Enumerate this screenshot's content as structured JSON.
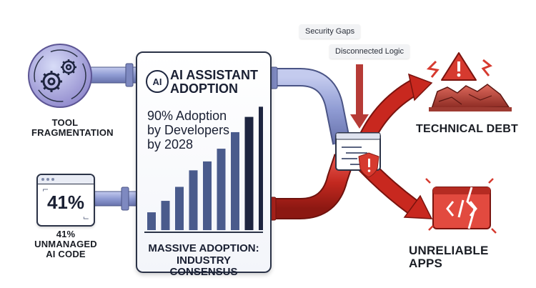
{
  "left": {
    "tool_label": "TOOL\nFRAGMENTATION",
    "code_stat": "41%",
    "code_label": "41% UNMANAGED\nAI CODE"
  },
  "panel": {
    "badge": "AI",
    "title": "AI ASSISTANT ADOPTION",
    "stat": "90% Adoption by Developers by 2028",
    "footer": "MASSIVE ADOPTION: INDUSTRY CONSENSUS",
    "bar_levels": [
      0.14,
      0.23,
      0.34,
      0.47,
      0.54,
      0.64,
      0.77,
      0.89,
      0.97
    ]
  },
  "issues": {
    "security": "Security Gaps",
    "logic": "Disconnected Logic"
  },
  "outcomes": {
    "debt": "TECHNICAL DEBT",
    "apps": "UNRELIABLE APPS"
  },
  "colors": {
    "pipe_blue": "#9aa5d8",
    "pipe_red": "#c9302c",
    "bar_dark": "#1e2540",
    "bar_light": "#4a5b8c",
    "danger": "#d63a2f"
  }
}
